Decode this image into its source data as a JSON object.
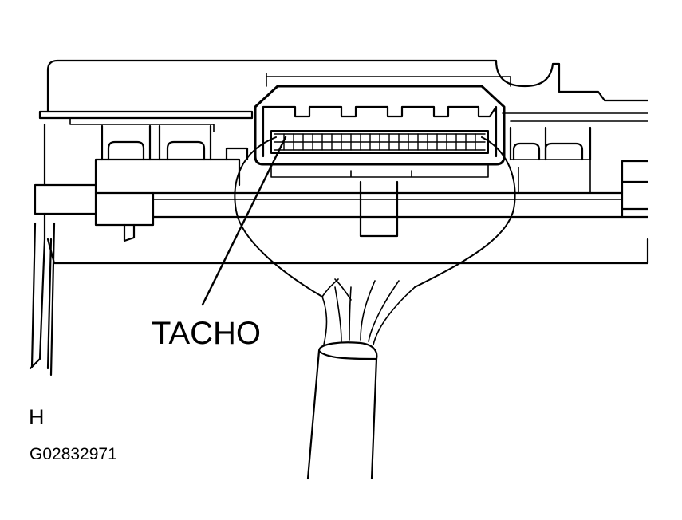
{
  "labels": {
    "connector": "TACHO",
    "view": "H",
    "figure_code": "G02832971"
  },
  "colors": {
    "line": "#000000",
    "background": "#ffffff"
  }
}
